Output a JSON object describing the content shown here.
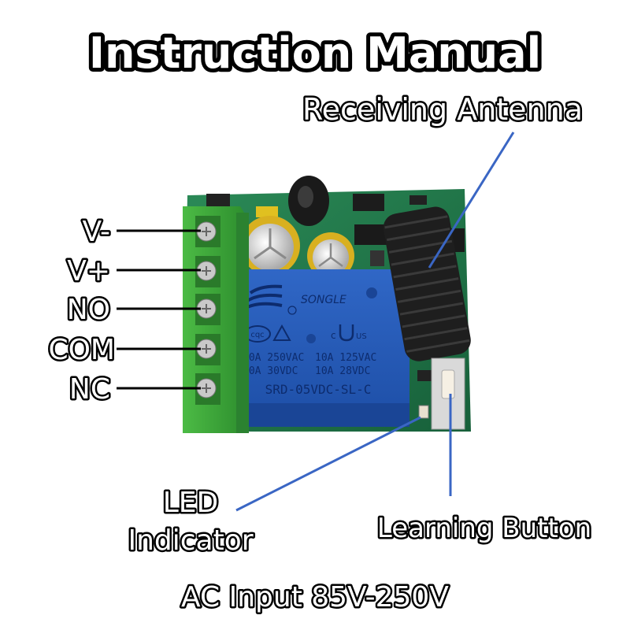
{
  "title": "Instruction Manual",
  "labels": {
    "antenna": "Receiving Antenna",
    "v_minus": "V-",
    "v_plus": "V+",
    "no": "NO",
    "com": "COM",
    "nc": "NC",
    "led_line1": "LED",
    "led_line2": "Indicator",
    "button": "Learning Button",
    "input": "AC Input 85V-250V"
  },
  "relay": {
    "brand": "SONGLE",
    "line1_left": "10A 250VAC",
    "line1_right": "10A 125VAC",
    "line2_left": "10A 30VDC",
    "line2_right": "10A 28VDC",
    "model": "SRD-05VDC-SL-C",
    "mark_cqc": "cqc",
    "mark_ur": "c",
    "mark_us": "US"
  },
  "colors": {
    "pcb": "#1f7a4a",
    "terminal": "#3aa83a",
    "relay": "#2459b8",
    "leader_blue": "#3a66c4",
    "leader_black": "#000000"
  }
}
